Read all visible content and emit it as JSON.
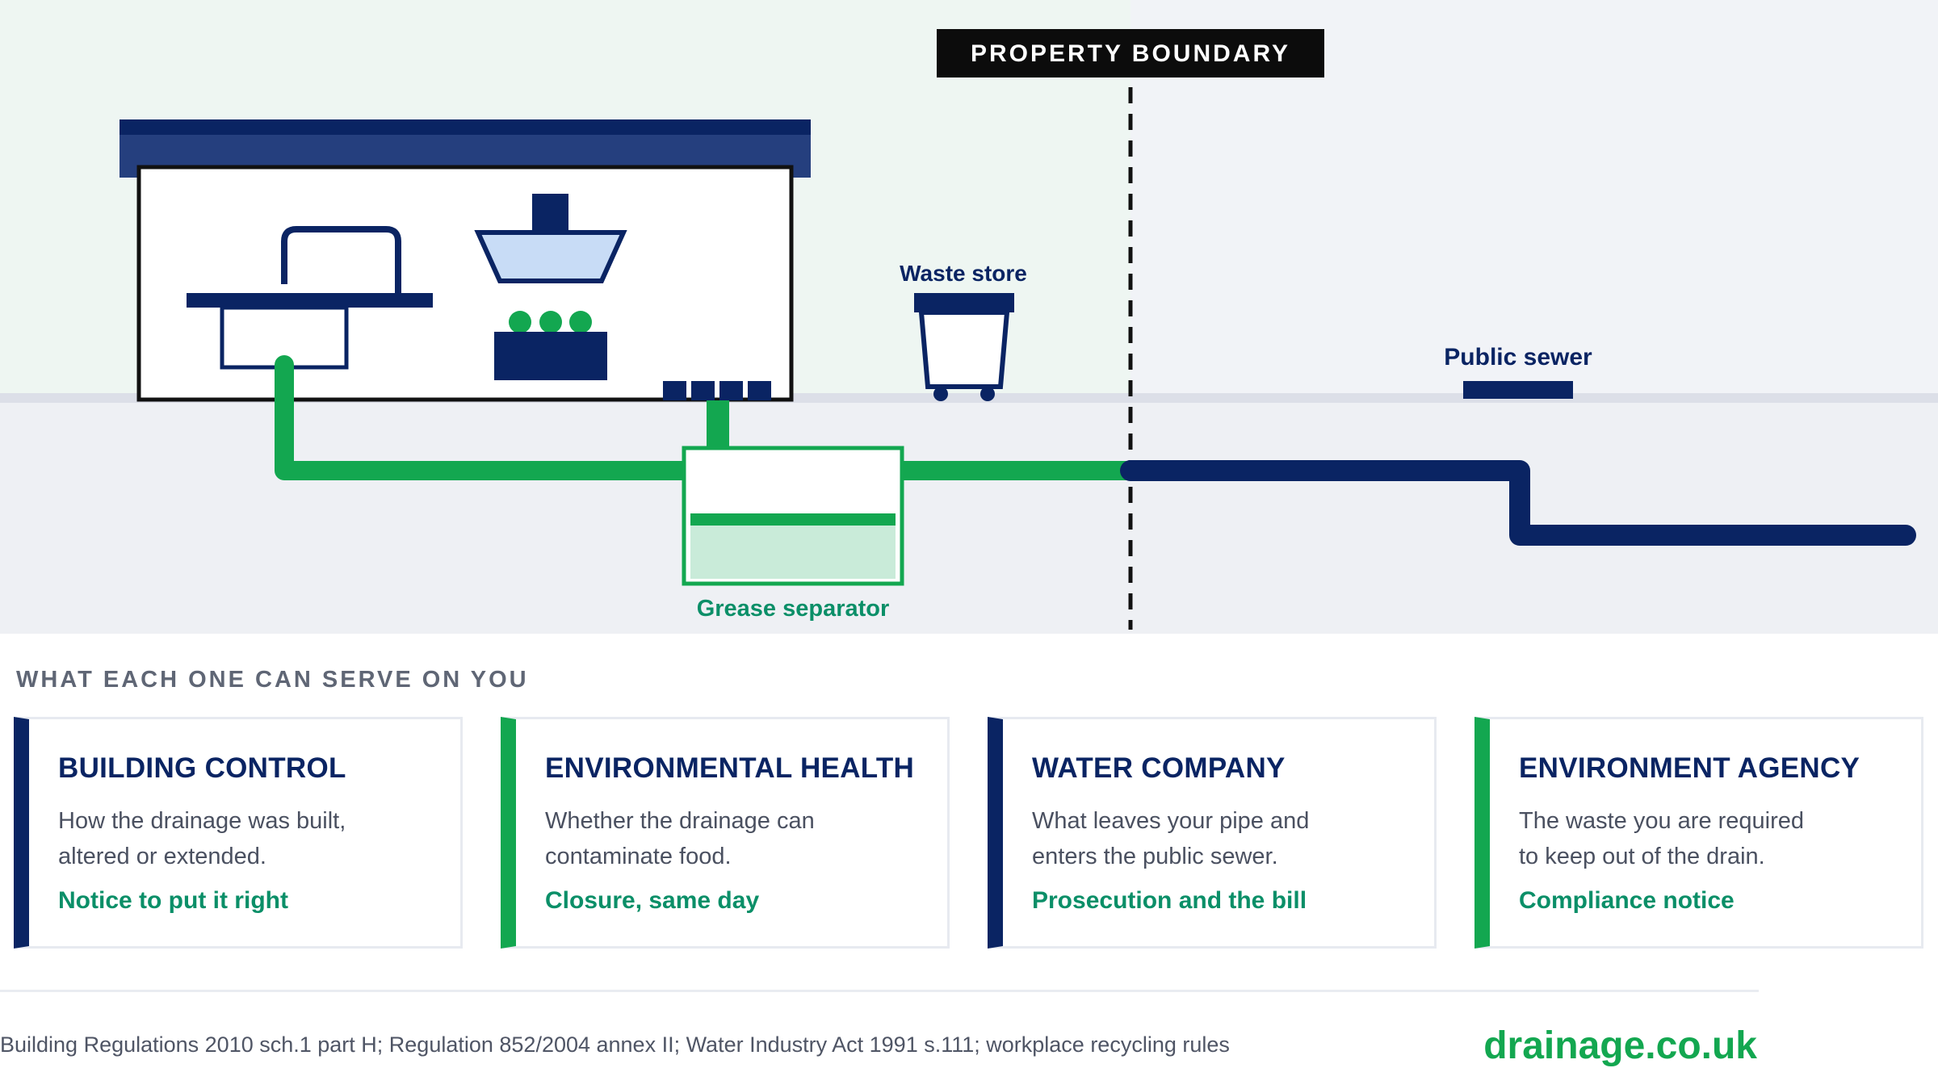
{
  "diagram": {
    "boundary_label": "PROPERTY BOUNDARY",
    "waste_store_label": "Waste store",
    "public_sewer_label": "Public sewer",
    "grease_separator_label": "Grease separator",
    "colors": {
      "navy": "#0a2463",
      "green": "#13a750",
      "teal_label": "#0b8f68",
      "site_bg": "#eef6f2",
      "public_bg": "#f1f3f7",
      "ground_bg": "#eef0f4"
    }
  },
  "section_title": "WHAT EACH ONE CAN SERVE ON YOU",
  "cards": [
    {
      "title": "BUILDING CONTROL",
      "line1": "How the drainage was built,",
      "line2": "altered or extended.",
      "outcome": "Notice to put it right",
      "accent": "#0a2463"
    },
    {
      "title": "ENVIRONMENTAL HEALTH",
      "line1": "Whether the drainage can",
      "line2": "contaminate food.",
      "outcome": "Closure, same day",
      "accent": "#13a750"
    },
    {
      "title": "WATER COMPANY",
      "line1": "What leaves your pipe and",
      "line2": "enters the public sewer.",
      "outcome": "Prosecution and the bill",
      "accent": "#0a2463"
    },
    {
      "title": "ENVIRONMENT AGENCY",
      "line1": "The waste you are required",
      "line2": "to keep out of the drain.",
      "outcome": "Compliance notice",
      "accent": "#13a750"
    }
  ],
  "footer": {
    "sources": "Building Regulations 2010 sch.1 part H; Regulation 852/2004 annex II; Water Industry Act 1991 s.111; workplace recycling rules",
    "brand": "drainage.co.uk"
  }
}
